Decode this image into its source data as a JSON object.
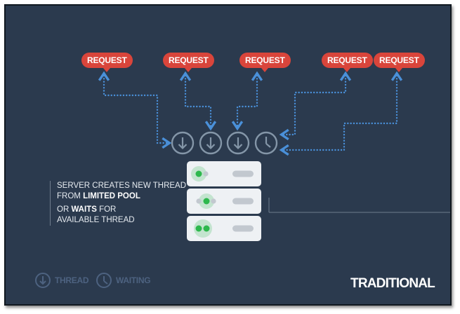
{
  "requests": [
    "REQUEST",
    "REQUEST",
    "REQUEST",
    "REQUEST",
    "REQUEST"
  ],
  "slots": [
    {
      "state": "thread",
      "icon": "thread-icon"
    },
    {
      "state": "thread",
      "icon": "thread-icon"
    },
    {
      "state": "thread",
      "icon": "thread-icon"
    },
    {
      "state": "waiting",
      "icon": "clock-icon"
    }
  ],
  "description": {
    "line1": "SERVER CREATES NEW THREAD",
    "line2_prefix": "FROM ",
    "line2_bold": "LIMITED POOL",
    "line3_prefix": "OR ",
    "line3_bold": "WAITS",
    "line3_suffix": " FOR",
    "line4": "AVAILABLE THREAD"
  },
  "legend": {
    "thread_label": "THREAD",
    "waiting_label": "WAITING"
  },
  "title": "TRADITIONAL",
  "colors": {
    "background": "#2b3a4e",
    "request": "#d9453b",
    "connector": "#4a90d9",
    "slot": "#8496a8",
    "server": "#eef1f4",
    "active_led": "#2db84d"
  }
}
